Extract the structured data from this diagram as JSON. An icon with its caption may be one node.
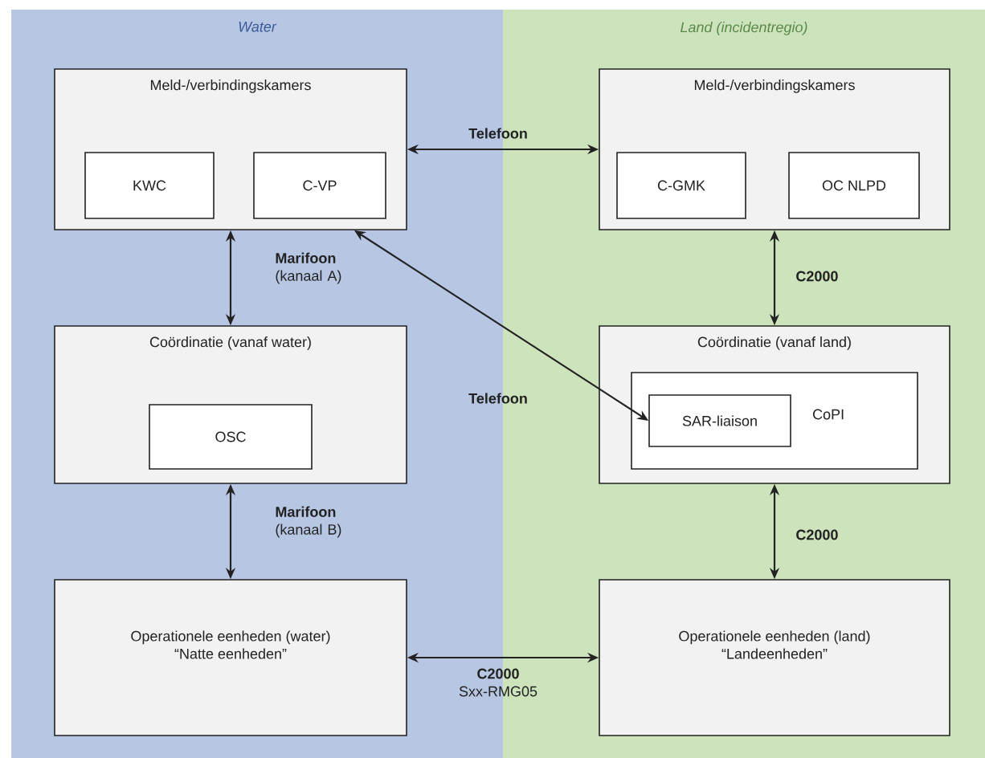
{
  "diagram": {
    "nodes": [
      {
        "text": [
          "Water"
        ]
      },
      {
        "text": [
          "Land (incidentregio)"
        ]
      },
      {
        "text": [
          "Meld-/verbindingskamers"
        ],
        "in": 0
      },
      {
        "text": [
          "KWC"
        ],
        "in": 2
      },
      {
        "text": [
          "C-VP"
        ],
        "in": 2
      },
      {
        "text": [
          "Meld-/verbindingskamers"
        ],
        "in": 1
      },
      {
        "text": [
          "C-GMK"
        ],
        "in": 5
      },
      {
        "text": [
          "OC NLPD"
        ],
        "in": 5
      },
      {
        "text": [
          "Coördinatie (vanaf water)"
        ],
        "in": 0
      },
      {
        "text": [
          "OSC"
        ],
        "in": 8
      },
      {
        "text": [
          "Coördinatie (vanaf land)"
        ],
        "in": 1
      },
      {
        "text": [
          "CoPI"
        ],
        "in": 10
      },
      {
        "text": [
          "SAR-liaison"
        ],
        "in": 11
      },
      {
        "text": [
          "Operationele eenheden (water)",
          "“Natte eenheden”"
        ],
        "in": 0
      },
      {
        "text": [
          "Operationele eenheden (land)",
          "“Landeenheden”"
        ],
        "in": 1
      }
    ],
    "edges": [
      {
        "from": 2,
        "to": 5,
        "arrow": "both",
        "label": "Telefoon"
      },
      {
        "from": 2,
        "to": 8,
        "arrow": "both",
        "label": "**Marifoon** (kanaal A)"
      },
      {
        "from": 12,
        "to": 2,
        "arrow": "both",
        "label": "Telefoon"
      },
      {
        "from": 5,
        "to": 10,
        "arrow": "both",
        "label": "C2000"
      },
      {
        "from": 8,
        "to": 13,
        "arrow": "both",
        "label": "**Marifoon** (kanaal B)"
      },
      {
        "from": 10,
        "to": 14,
        "arrow": "both",
        "label": "C2000"
      },
      {
        "from": 13,
        "to": 14,
        "arrow": "both",
        "label": "**C2000** Sxx-RMG05"
      }
    ]
  }
}
